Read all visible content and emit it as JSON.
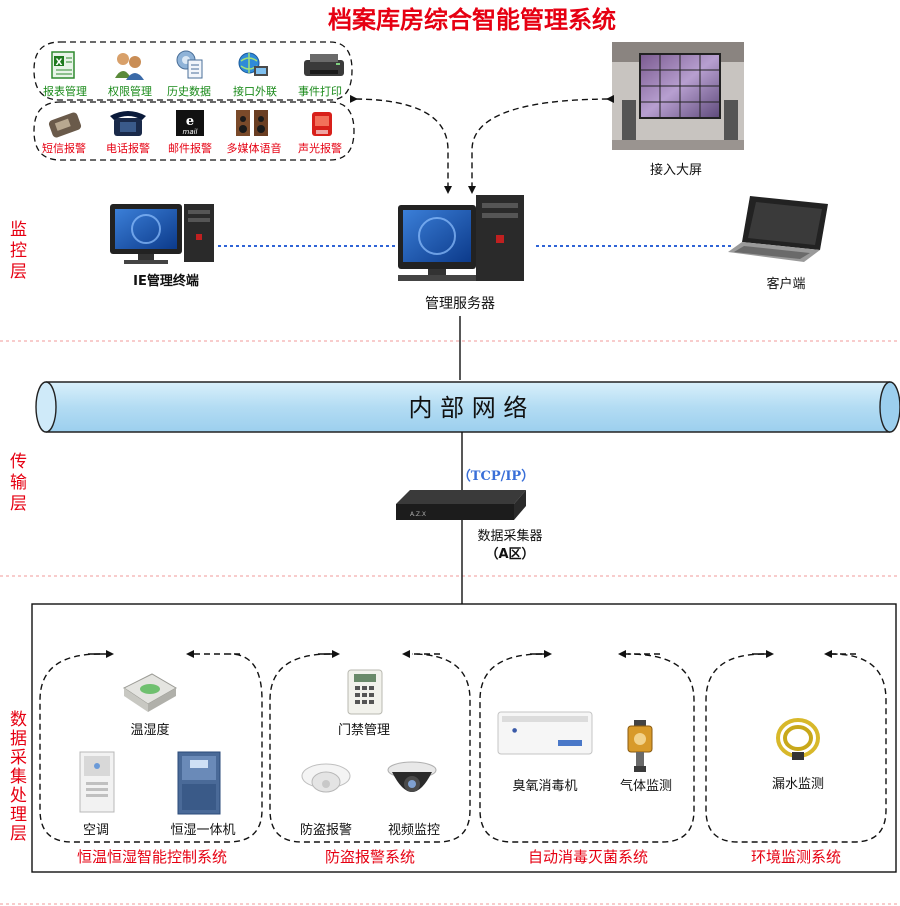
{
  "title": "档案库房综合智能管理系统",
  "layers": {
    "monitor": "监控层",
    "transport": "传输层",
    "collection": "数据采集处理层"
  },
  "feature_icons_top": [
    {
      "label": "报表管理",
      "icon": "excel-icon"
    },
    {
      "label": "权限管理",
      "icon": "users-icon"
    },
    {
      "label": "历史数据",
      "icon": "history-icon"
    },
    {
      "label": "接口外联",
      "icon": "network-icon"
    },
    {
      "label": "事件打印",
      "icon": "printer-icon"
    }
  ],
  "feature_icons_bottom": [
    {
      "label": "短信报警",
      "icon": "mobile-phone-icon"
    },
    {
      "label": "电话报警",
      "icon": "telephone-icon"
    },
    {
      "label": "邮件报警",
      "icon": "email-icon"
    },
    {
      "label": "多媒体语音",
      "icon": "speaker-icon"
    },
    {
      "label": "声光报警",
      "icon": "siren-icon"
    }
  ],
  "nodes": {
    "big_screen": "接入大屏",
    "ie_terminal": "IE管理终端",
    "server": "管理服务器",
    "client": "客户端",
    "network": "内 部 网 络",
    "protocol": "（TCP/IP）",
    "collector": "数据采集器",
    "collector_zone": "（A区）",
    "collector_brand": "A.Z.X"
  },
  "email_glyph": "mail",
  "subsystems": [
    {
      "name": "恒温恒湿智能控制系统",
      "devices": [
        "温湿度",
        "空调",
        "恒湿一体机"
      ]
    },
    {
      "name": "防盗报警系统",
      "devices": [
        "门禁管理",
        "防盗报警",
        "视频监控"
      ]
    },
    {
      "name": "自动消毒灭菌系统",
      "devices": [
        "臭氧消毒机",
        "气体监测"
      ]
    },
    {
      "name": "环境监测系统",
      "devices": [
        "漏水监测"
      ]
    }
  ],
  "colors": {
    "title": "#e60012",
    "layer_label": "#e60012",
    "top_label": "#1a8a1a",
    "bottom_label": "#e60012",
    "protocol": "#3a6fd8",
    "pipe_fill": "#bfe3f7",
    "pipe_stroke": "#2a2a2a",
    "dotted_link": "#2f64d6"
  }
}
